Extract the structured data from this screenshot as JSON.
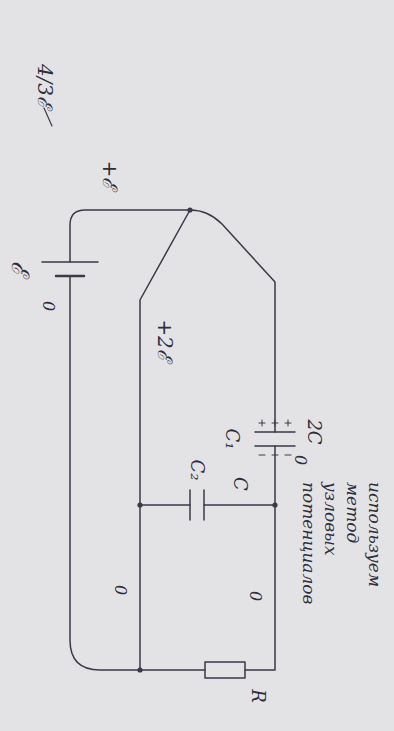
{
  "diagram": {
    "labels": [
      "4/3ℰ",
      "+ℰ",
      "ℰ",
      "0",
      "+2ℰ",
      "C₁",
      "2C",
      "0",
      "C₂",
      "C",
      "0",
      "0",
      "R",
      "используем метод узловых потенциалов"
    ]
  }
}
